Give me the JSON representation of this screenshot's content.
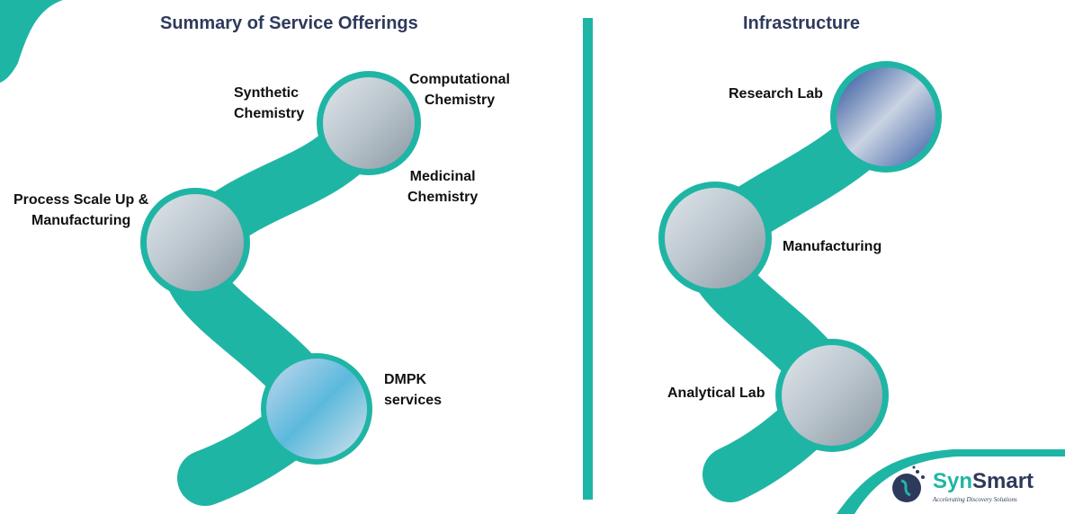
{
  "left": {
    "title": "Summary of Service Offerings",
    "labels": {
      "synthetic": "Synthetic\nChemistry",
      "computational": "Computational\nChemistry",
      "medicinal": "Medicinal\nChemistry",
      "process": "Process Scale Up &\nManufacturing",
      "dmpk": "DMPK\nservices"
    }
  },
  "right": {
    "title": "Infrastructure",
    "labels": {
      "research": "Research Lab",
      "manufacturing": "Manufacturing",
      "analytical": "Analytical Lab"
    }
  },
  "logo": {
    "name_a": "Syn",
    "name_b": "Smart",
    "tagline": "Accelerating Discovery Solutions"
  },
  "colors": {
    "teal": "#1fb5a5",
    "navy": "#2e3a5c"
  }
}
